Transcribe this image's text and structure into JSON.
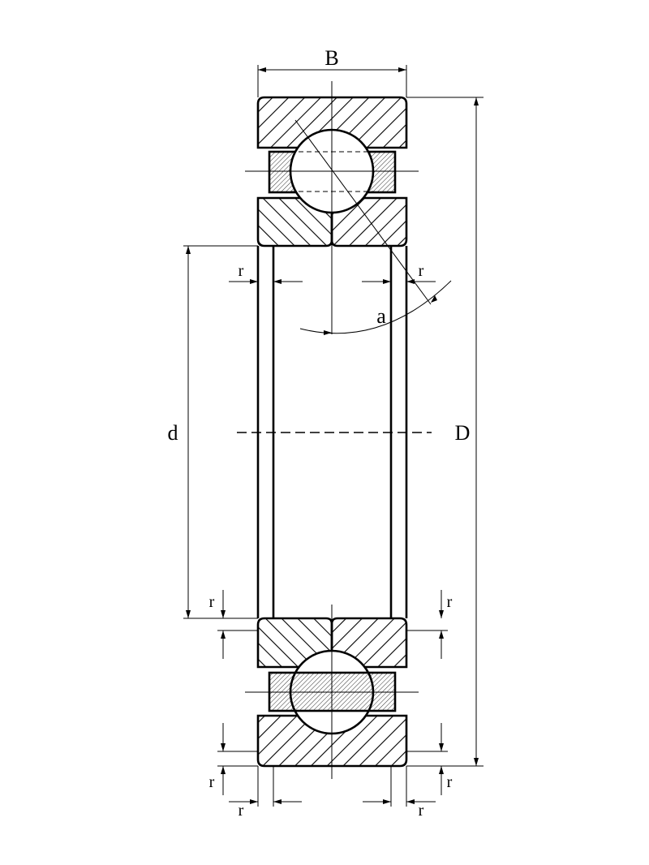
{
  "labels": {
    "width": "B",
    "outer_diameter": "D",
    "bore_diameter": "d",
    "contact_angle": "a",
    "radius": "r"
  },
  "colors": {
    "line": "#000000",
    "background": "#ffffff"
  }
}
